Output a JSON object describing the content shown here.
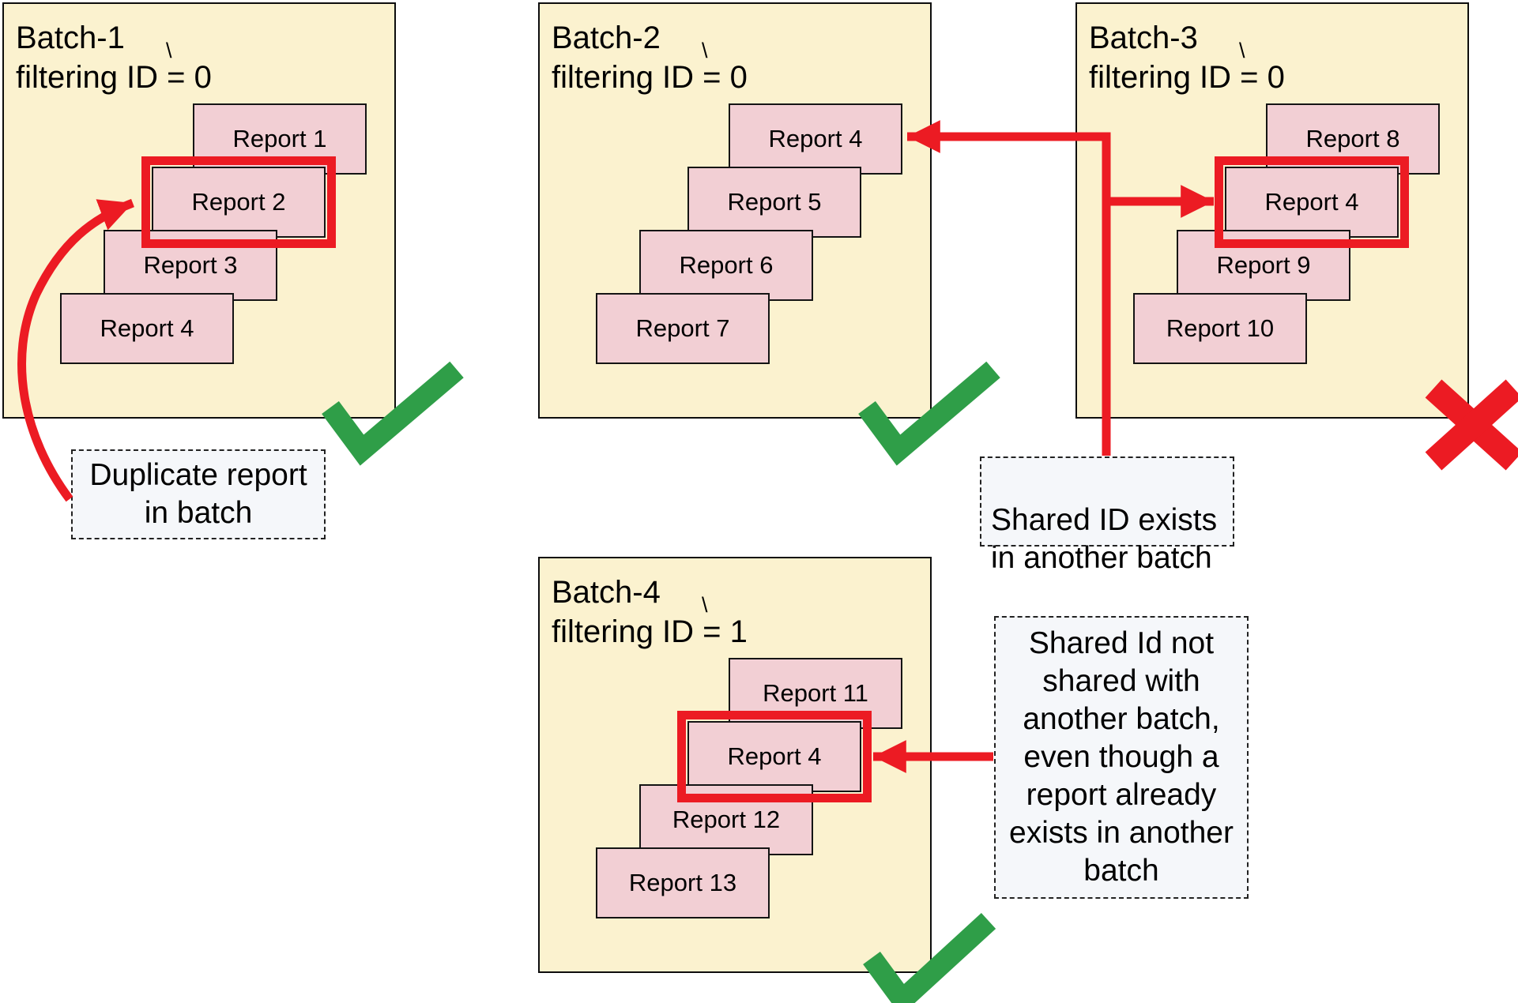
{
  "diagram": {
    "description_colors": {
      "batch_fill": "#fbf2cf",
      "report_fill": "#f2cfd4",
      "highlight_red": "#ec1b23",
      "check_green": "#2f9e48",
      "note_fill": "#f5f7fa"
    },
    "batches": [
      {
        "title": "Batch-1",
        "subtitle": "filtering ID = 0",
        "tick": "\\",
        "status": "valid",
        "status_icon": "green-check",
        "reports": [
          {
            "label": "Report 1",
            "highlighted": false
          },
          {
            "label": "Report 2",
            "highlighted": true
          },
          {
            "label": "Report 3",
            "highlighted": false
          },
          {
            "label": "Report 4",
            "highlighted": false
          }
        ]
      },
      {
        "title": "Batch-2",
        "subtitle": "filtering ID = 0",
        "tick": "\\",
        "status": "valid",
        "status_icon": "green-check",
        "reports": [
          {
            "label": "Report 4",
            "highlighted": false
          },
          {
            "label": "Report 5",
            "highlighted": false
          },
          {
            "label": "Report 6",
            "highlighted": false
          },
          {
            "label": "Report 7",
            "highlighted": false
          }
        ]
      },
      {
        "title": "Batch-3",
        "subtitle": "filtering ID = 0",
        "tick": "\\",
        "status": "invalid",
        "status_icon": "red-cross",
        "reports": [
          {
            "label": "Report 8",
            "highlighted": false
          },
          {
            "label": "Report 4",
            "highlighted": true
          },
          {
            "label": "Report 9",
            "highlighted": false
          },
          {
            "label": "Report 10",
            "highlighted": false
          }
        ]
      },
      {
        "title": "Batch-4",
        "subtitle": "filtering ID = 1",
        "tick": "\\",
        "status": "valid",
        "status_icon": "green-check",
        "reports": [
          {
            "label": "Report 11",
            "highlighted": false
          },
          {
            "label": "Report 4",
            "highlighted": true
          },
          {
            "label": "Report 12",
            "highlighted": false
          },
          {
            "label": "Report 13",
            "highlighted": false
          }
        ]
      }
    ],
    "notes": [
      {
        "id": "duplicate-report-note",
        "text": "Duplicate report\nin batch"
      },
      {
        "id": "shared-id-note",
        "text": "Shared ID exists\nin another batch"
      },
      {
        "id": "not-shared-note",
        "text": "Shared Id not\nshared with\nanother batch,\neven though a\nreport already\nexists in another\nbatch"
      }
    ]
  }
}
